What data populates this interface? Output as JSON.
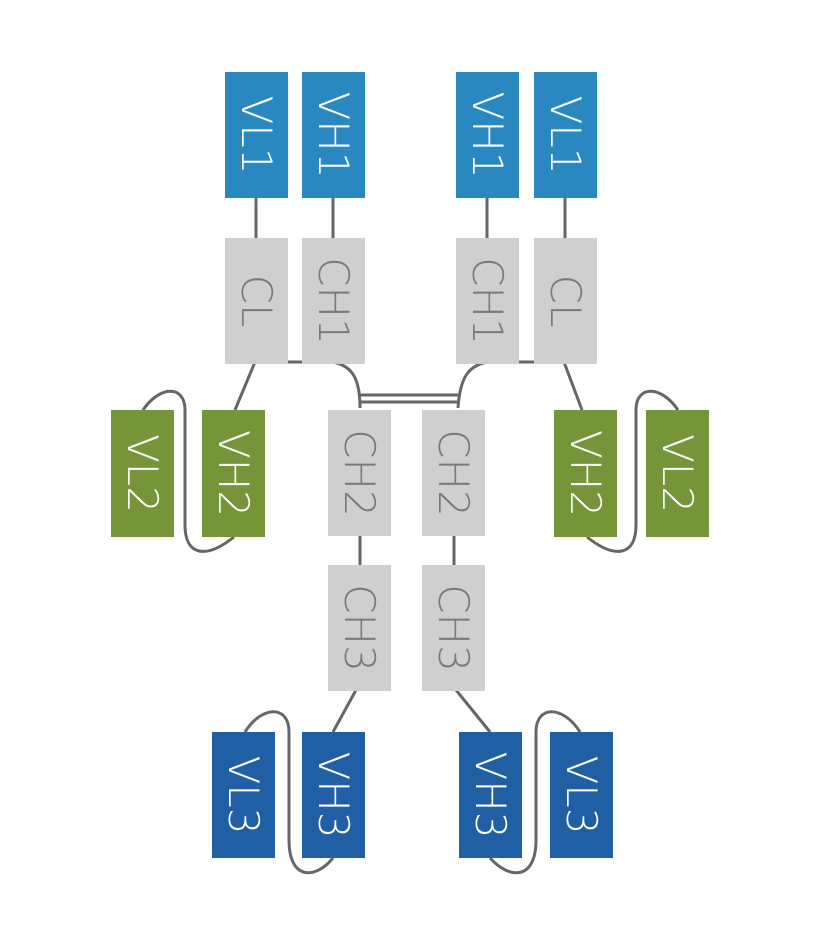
{
  "colors": {
    "vl1_vh1": "#2A88C0",
    "vl2_vh2": "#759538",
    "vl3_vh3": "#205FA3",
    "constant": "#CFCFCF",
    "line": "#666666",
    "label_on_color": "#FFFFFF",
    "label_on_constant": "#7A7A7A"
  },
  "left_half": {
    "vl1": "VL1",
    "vh1": "VH1",
    "cl": "CL",
    "ch1": "CH1",
    "vl2": "VL2",
    "vh2": "VH2",
    "ch2": "CH2",
    "ch3": "CH3",
    "vl3": "VL3",
    "vh3": "VH3"
  },
  "right_half": {
    "vh1": "VH1",
    "vl1": "VL1",
    "ch1": "CH1",
    "cl": "CL",
    "vh2": "VH2",
    "vl2": "VL2",
    "ch2": "CH2",
    "ch3": "CH3",
    "vh3": "VH3",
    "vl3": "VL3"
  }
}
